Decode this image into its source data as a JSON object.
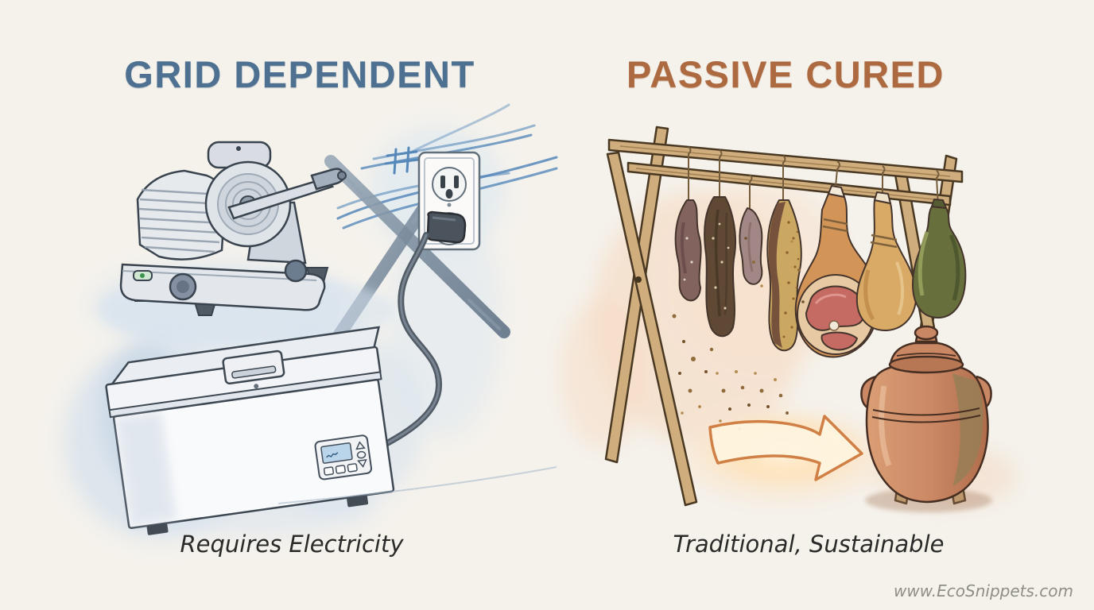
{
  "left_panel": {
    "title": "GRID DEPENDENT",
    "caption": "Requires Electricity",
    "objects": [
      "meat-slicer",
      "power-lines",
      "wall-outlet-with-plug",
      "crossed-out-mark",
      "power-cord",
      "chest-freezer"
    ]
  },
  "right_panel": {
    "title": "PASSIVE CURED",
    "caption": "Traditional, Sustainable",
    "objects": [
      "wooden-drying-rack",
      "jerky-strip",
      "dark-jerky-strip",
      "small-jerky-strip",
      "speckled-salume",
      "cured-ham",
      "tan-ham",
      "green-wrapped-salume",
      "salt-specks",
      "glow-arrow",
      "terracotta-crock"
    ]
  },
  "watermark": "www.EcoSnippets.com",
  "colors": {
    "paper": "#f6f4ed",
    "left_title": "#4f7191",
    "right_title": "#ad6a41",
    "caption_text": "#2a2a28",
    "watermark_text": "#8f8e86",
    "blue_wash": "#d3e2f1",
    "peach_wash": "#f7ddc6",
    "power_line_blue": "#4d83b8",
    "x_mark_gray": "#6a7d90",
    "wood": "#cfab77",
    "terracotta": "#c8825d",
    "arrow_glow": "#cf7a3c",
    "ham_meat_pink": "#c3645c",
    "green_salume": "#5f6a34"
  }
}
